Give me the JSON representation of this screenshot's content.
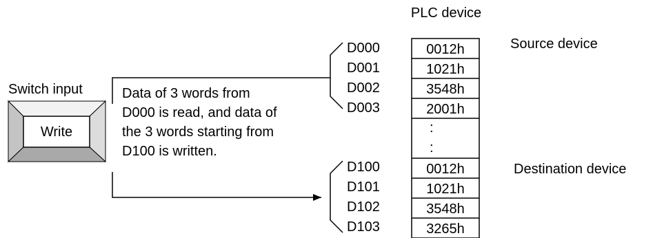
{
  "title": "PLC device",
  "switch": {
    "caption": "Switch input",
    "button_label": "Write",
    "colors": {
      "bevel_light": "#f2f2f2",
      "bevel_mid": "#dcdcdc",
      "bevel_dark": "#a9a9a9",
      "bevel_side": "#c4c4c4"
    }
  },
  "description": [
    "Data of 3 words from",
    "D000 is read, and data of",
    "the 3 words starting from",
    "D100 is written."
  ],
  "source": {
    "label": "Source device",
    "devices": [
      "D000",
      "D001",
      "D002",
      "D003"
    ],
    "values": [
      "0012h",
      "1021h",
      "3548h",
      "2001h"
    ]
  },
  "ellipsis": [
    ":",
    ":"
  ],
  "destination": {
    "label": "Destination device",
    "devices": [
      "D100",
      "D101",
      "D102",
      "D103"
    ],
    "values": [
      "0012h",
      "1021h",
      "3548h",
      "3265h"
    ]
  }
}
